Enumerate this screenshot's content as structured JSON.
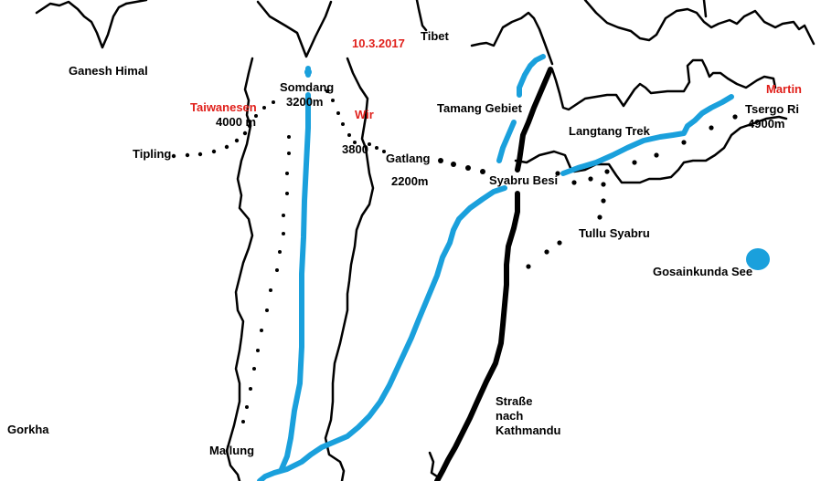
{
  "labels": {
    "ganesh_himal": "Ganesh Himal",
    "tibet": "Tibet",
    "date": "10.3.2017",
    "somdang": "Somdang",
    "somdang_alt": "3200m",
    "taiwanesen": "Taiwanesen",
    "taiwanesen_alt": "4000 m",
    "wir": "Wir",
    "alt_3800": "3800",
    "tipling": "Tipling",
    "gatlang": "Gatlang",
    "gatlang_alt": "2200m",
    "tamang_gebiet": "Tamang Gebiet",
    "langtang_trek": "Langtang Trek",
    "martin": "Martin",
    "tsergo_ri": "Tsergo Ri",
    "tsergo_ri_alt": "4900m",
    "syabru_besi": "Syabru Besi",
    "tullu_syabru": "Tullu Syabru",
    "gosainkunda": "Gosainkunda See",
    "strasse": "Straße",
    "nach": "nach",
    "kathmandu": "Kathmandu",
    "gorkha": "Gorkha",
    "mailung": "Mailung"
  },
  "colors": {
    "river": "#1aa0dc",
    "road": "#000000",
    "trail": "#000000",
    "annotation": "#e0201b"
  }
}
